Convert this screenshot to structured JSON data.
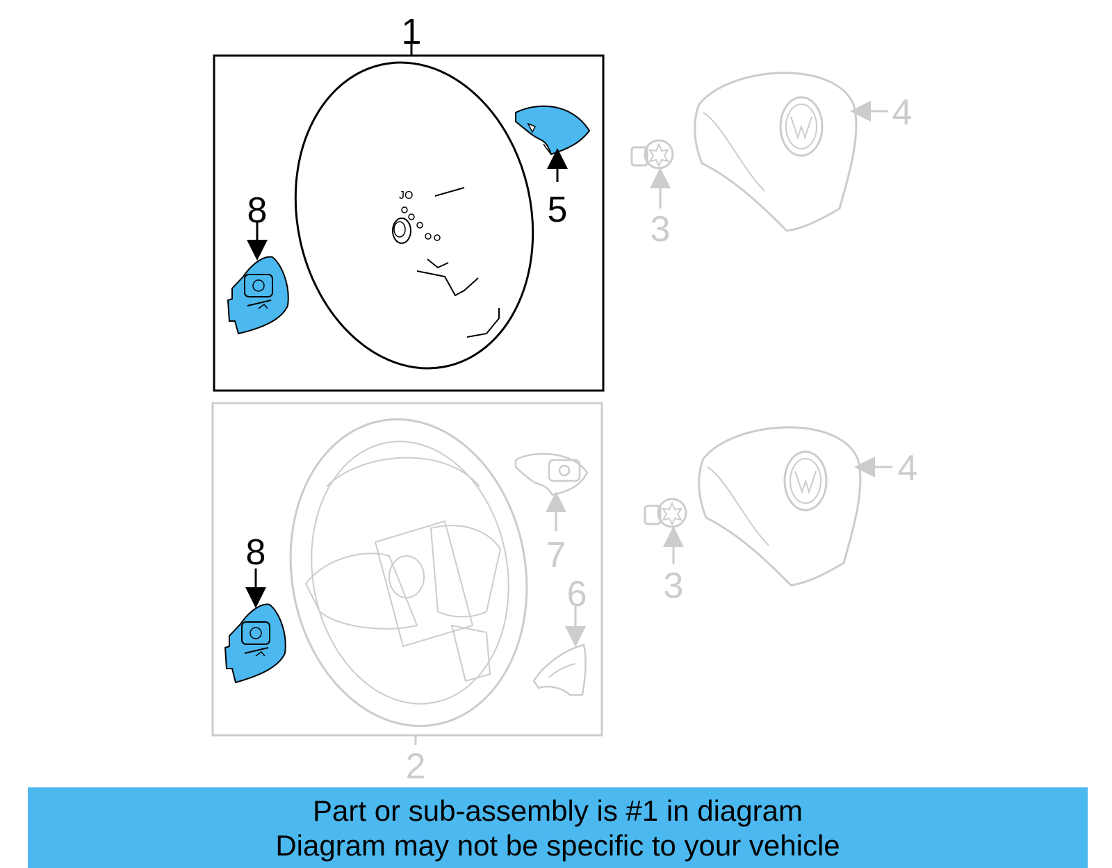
{
  "colors": {
    "highlight_fill": "#4bb8ef",
    "active_stroke": "#000000",
    "inactive_stroke": "#cccccc",
    "banner_bg": "#4bb8ef"
  },
  "callouts": {
    "c1": "1",
    "c2": "2",
    "c3_top": "3",
    "c3_bottom": "3",
    "c4_top": "4",
    "c4_bottom": "4",
    "c5": "5",
    "c6": "6",
    "c7": "7",
    "c8_top": "8",
    "c8_bottom": "8"
  },
  "banner": {
    "line1": "Part or sub-assembly is #1 in diagram",
    "line2": "Diagram may not be specific to your vehicle"
  }
}
